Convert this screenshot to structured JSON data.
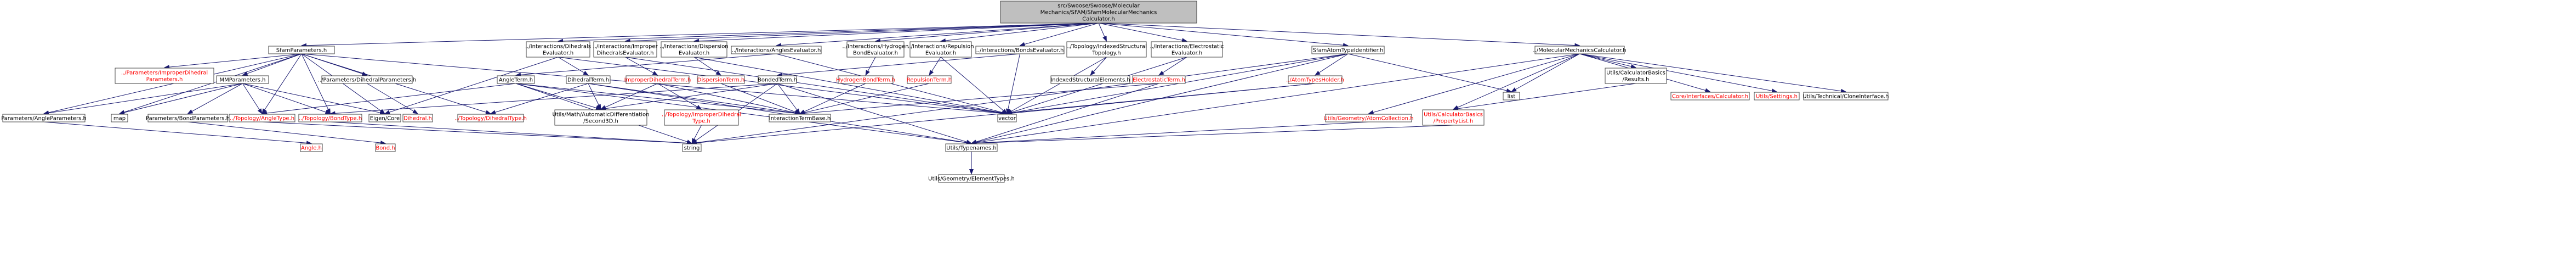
{
  "graph": {
    "colors": {
      "root_fill": "#bfbfbf",
      "node_fill": "#ffffff",
      "border": "#404040",
      "edge": "#191970",
      "text_black": "#000000",
      "text_red": "#ff0000"
    },
    "nodes": [
      {
        "id": "root",
        "lines": [
          "src/Swoose/Swoose/Molecular",
          "Mechanics/SFAM/SfamMolecularMechanics",
          "Calculator.h"
        ],
        "root": true
      },
      {
        "id": "sfamparams",
        "lines": [
          "SfamParameters.h"
        ]
      },
      {
        "id": "int_dihedrals",
        "lines": [
          "../Interactions/Dihedrals",
          "Evaluator.h"
        ]
      },
      {
        "id": "int_improper",
        "lines": [
          "../Interactions/Improper",
          "DihedralsEvaluator.h"
        ]
      },
      {
        "id": "int_dispersion",
        "lines": [
          "../Interactions/Dispersion",
          "Evaluator.h"
        ]
      },
      {
        "id": "int_angles",
        "lines": [
          "../Interactions/AnglesEvaluator.h"
        ]
      },
      {
        "id": "int_hbond",
        "lines": [
          "../Interactions/Hydrogen",
          "BondEvaluator.h"
        ]
      },
      {
        "id": "int_repulsion",
        "lines": [
          "../Interactions/Repulsion",
          "Evaluator.h"
        ]
      },
      {
        "id": "int_bonds",
        "lines": [
          "../Interactions/BondsEvaluator.h"
        ]
      },
      {
        "id": "topo_indexed",
        "lines": [
          "../Topology/IndexedStructural",
          "Topology.h"
        ]
      },
      {
        "id": "int_electro",
        "lines": [
          "../Interactions/Electrostatic",
          "Evaluator.h"
        ]
      },
      {
        "id": "sfamatomtype",
        "lines": [
          "SfamAtomTypeIdentifier.h"
        ]
      },
      {
        "id": "mmcalc",
        "lines": [
          "../MolecularMechanicsCalculator.h"
        ]
      },
      {
        "id": "param_improper",
        "lines": [
          "../Parameters/ImproperDihedral",
          "Parameters.h"
        ],
        "red": true
      },
      {
        "id": "mmparams",
        "lines": [
          "MMParameters.h"
        ]
      },
      {
        "id": "param_dihedral",
        "lines": [
          "../Parameters/DihedralParameters.h"
        ]
      },
      {
        "id": "angleterm",
        "lines": [
          "AngleTerm.h"
        ]
      },
      {
        "id": "dihedralterm",
        "lines": [
          "DihedralTerm.h"
        ]
      },
      {
        "id": "improperterm",
        "lines": [
          "ImproperDihedralTerm.h"
        ],
        "red": true
      },
      {
        "id": "dispersionterm",
        "lines": [
          "DispersionTerm.h"
        ],
        "red": true
      },
      {
        "id": "bondedterm",
        "lines": [
          "BondedTerm.h"
        ]
      },
      {
        "id": "hbondterm",
        "lines": [
          "HydrogenBondTerm.h"
        ],
        "red": true
      },
      {
        "id": "repulsionterm",
        "lines": [
          "RepulsionTerm.h"
        ],
        "red": true
      },
      {
        "id": "indexedelements",
        "lines": [
          "IndexedStructuralElements.h"
        ]
      },
      {
        "id": "electroterm",
        "lines": [
          "ElectrostaticTerm.h"
        ],
        "red": true
      },
      {
        "id": "atomtypesholder",
        "lines": [
          "../AtomTypesHolder.h"
        ],
        "red": true
      },
      {
        "id": "list",
        "lines": [
          "list"
        ]
      },
      {
        "id": "calcbasics_results",
        "lines": [
          "Utils/CalculatorBasics",
          "/Results.h"
        ]
      },
      {
        "id": "core_calc",
        "lines": [
          "Core/Interfaces/Calculator.h"
        ],
        "red": true
      },
      {
        "id": "utils_settings",
        "lines": [
          "Utils/Settings.h"
        ],
        "red": true
      },
      {
        "id": "utils_clone",
        "lines": [
          "Utils/Technical/CloneInterface.h"
        ]
      },
      {
        "id": "param_angle",
        "lines": [
          "Parameters/AngleParameters.h"
        ]
      },
      {
        "id": "map",
        "lines": [
          "map"
        ]
      },
      {
        "id": "param_bond",
        "lines": [
          "Parameters/BondParameters.h"
        ]
      },
      {
        "id": "topo_angletype",
        "lines": [
          "../Topology/AngleType.h"
        ],
        "red": true
      },
      {
        "id": "topo_bondtype",
        "lines": [
          "../Topology/BondType.h"
        ],
        "red": true
      },
      {
        "id": "eigencore",
        "lines": [
          "Eigen/Core"
        ]
      },
      {
        "id": "dihedral",
        "lines": [
          "Dihedral.h"
        ],
        "red": true
      },
      {
        "id": "topo_dihedraltype",
        "lines": [
          "../Topology/DihedralType.h"
        ],
        "red": true
      },
      {
        "id": "autodiff",
        "lines": [
          "Utils/Math/AutomaticDifferentiation",
          "/Second3D.h"
        ]
      },
      {
        "id": "topo_impropertype",
        "lines": [
          "../Topology/ImproperDihedral",
          "Type.h"
        ],
        "red": true
      },
      {
        "id": "interactionbase",
        "lines": [
          "InteractionTermBase.h"
        ]
      },
      {
        "id": "vector",
        "lines": [
          "vector"
        ]
      },
      {
        "id": "atomcollection",
        "lines": [
          "Utils/Geometry/AtomCollection.h"
        ],
        "red": true
      },
      {
        "id": "propertylist",
        "lines": [
          "Utils/CalculatorBasics",
          "/PropertyList.h"
        ],
        "red": true
      },
      {
        "id": "angle",
        "lines": [
          "Angle.h"
        ],
        "red": true
      },
      {
        "id": "bond",
        "lines": [
          "Bond.h"
        ],
        "red": true
      },
      {
        "id": "string",
        "lines": [
          "string"
        ]
      },
      {
        "id": "typenames",
        "lines": [
          "Utils/Typenames.h"
        ]
      },
      {
        "id": "elementtypes",
        "lines": [
          "Utils/Geometry/ElementTypes.h"
        ]
      }
    ],
    "edges": [
      [
        "root",
        "sfamparams"
      ],
      [
        "root",
        "int_dihedrals"
      ],
      [
        "root",
        "int_improper"
      ],
      [
        "root",
        "int_dispersion"
      ],
      [
        "root",
        "int_angles"
      ],
      [
        "root",
        "int_hbond"
      ],
      [
        "root",
        "int_repulsion"
      ],
      [
        "root",
        "int_bonds"
      ],
      [
        "root",
        "topo_indexed"
      ],
      [
        "root",
        "int_electro"
      ],
      [
        "root",
        "sfamatomtype"
      ],
      [
        "root",
        "mmcalc"
      ],
      [
        "sfamparams",
        "param_improper"
      ],
      [
        "sfamparams",
        "mmparams"
      ],
      [
        "sfamparams",
        "param_dihedral"
      ],
      [
        "sfamparams",
        "param_angle"
      ],
      [
        "sfamparams",
        "map"
      ],
      [
        "sfamparams",
        "topo_angletype"
      ],
      [
        "sfamparams",
        "topo_bondtype"
      ],
      [
        "sfamparams",
        "eigencore"
      ],
      [
        "sfamparams",
        "topo_dihedraltype"
      ],
      [
        "sfamparams",
        "vector"
      ],
      [
        "mmparams",
        "param_angle"
      ],
      [
        "mmparams",
        "param_bond"
      ],
      [
        "mmparams",
        "map"
      ],
      [
        "mmparams",
        "topo_angletype"
      ],
      [
        "mmparams",
        "topo_bondtype"
      ],
      [
        "mmparams",
        "eigencore"
      ],
      [
        "param_dihedral",
        "dihedral"
      ],
      [
        "param_angle",
        "angle"
      ],
      [
        "param_bond",
        "bond"
      ],
      [
        "int_dihedrals",
        "dihedralterm"
      ],
      [
        "int_dihedrals",
        "eigencore"
      ],
      [
        "int_dihedrals",
        "vector"
      ],
      [
        "int_improper",
        "improperterm"
      ],
      [
        "int_improper",
        "vector"
      ],
      [
        "int_dispersion",
        "dispersionterm"
      ],
      [
        "int_dispersion",
        "vector"
      ],
      [
        "int_angles",
        "angleterm"
      ],
      [
        "int_angles",
        "vector"
      ],
      [
        "int_hbond",
        "hbondterm"
      ],
      [
        "int_repulsion",
        "repulsionterm"
      ],
      [
        "int_repulsion",
        "vector"
      ],
      [
        "int_bonds",
        "bondedterm"
      ],
      [
        "int_bonds",
        "vector"
      ],
      [
        "topo_indexed",
        "indexedelements"
      ],
      [
        "topo_indexed",
        "vector"
      ],
      [
        "int_electro",
        "electroterm"
      ],
      [
        "int_electro",
        "vector"
      ],
      [
        "angleterm",
        "topo_angletype"
      ],
      [
        "angleterm",
        "interactionbase"
      ],
      [
        "angleterm",
        "autodiff"
      ],
      [
        "angleterm",
        "typenames"
      ],
      [
        "angleterm",
        "string"
      ],
      [
        "dihedralterm",
        "topo_dihedraltype"
      ],
      [
        "dihedralterm",
        "interactionbase"
      ],
      [
        "dihedralterm",
        "autodiff"
      ],
      [
        "dihedralterm",
        "typenames"
      ],
      [
        "improperterm",
        "topo_impropertype"
      ],
      [
        "improperterm",
        "interactionbase"
      ],
      [
        "improperterm",
        "autodiff"
      ],
      [
        "dispersionterm",
        "interactionbase"
      ],
      [
        "bondedterm",
        "topo_bondtype"
      ],
      [
        "bondedterm",
        "interactionbase"
      ],
      [
        "bondedterm",
        "autodiff"
      ],
      [
        "bondedterm",
        "typenames"
      ],
      [
        "bondedterm",
        "string"
      ],
      [
        "hbondterm",
        "interactionbase"
      ],
      [
        "repulsionterm",
        "interactionbase"
      ],
      [
        "electroterm",
        "interactionbase"
      ],
      [
        "electroterm",
        "typenames"
      ],
      [
        "topo_angletype",
        "string"
      ],
      [
        "topo_bondtype",
        "string"
      ],
      [
        "topo_impropertype",
        "string"
      ],
      [
        "sfamatomtype",
        "atomtypesholder"
      ],
      [
        "sfamatomtype",
        "list"
      ],
      [
        "sfamatomtype",
        "vector"
      ],
      [
        "sfamatomtype",
        "string"
      ],
      [
        "sfamatomtype",
        "typenames"
      ],
      [
        "atomtypesholder",
        "vector"
      ],
      [
        "atomtypesholder",
        "string"
      ],
      [
        "mmcalc",
        "list"
      ],
      [
        "mmcalc",
        "calcbasics_results"
      ],
      [
        "mmcalc",
        "core_calc"
      ],
      [
        "mmcalc",
        "utils_settings"
      ],
      [
        "mmcalc",
        "utils_clone"
      ],
      [
        "mmcalc",
        "atomcollection"
      ],
      [
        "mmcalc",
        "propertylist"
      ],
      [
        "mmcalc",
        "typenames"
      ],
      [
        "calcbasics_results",
        "propertylist"
      ],
      [
        "atomcollection",
        "typenames"
      ],
      [
        "propertylist",
        "typenames"
      ],
      [
        "typenames",
        "elementtypes"
      ]
    ]
  }
}
